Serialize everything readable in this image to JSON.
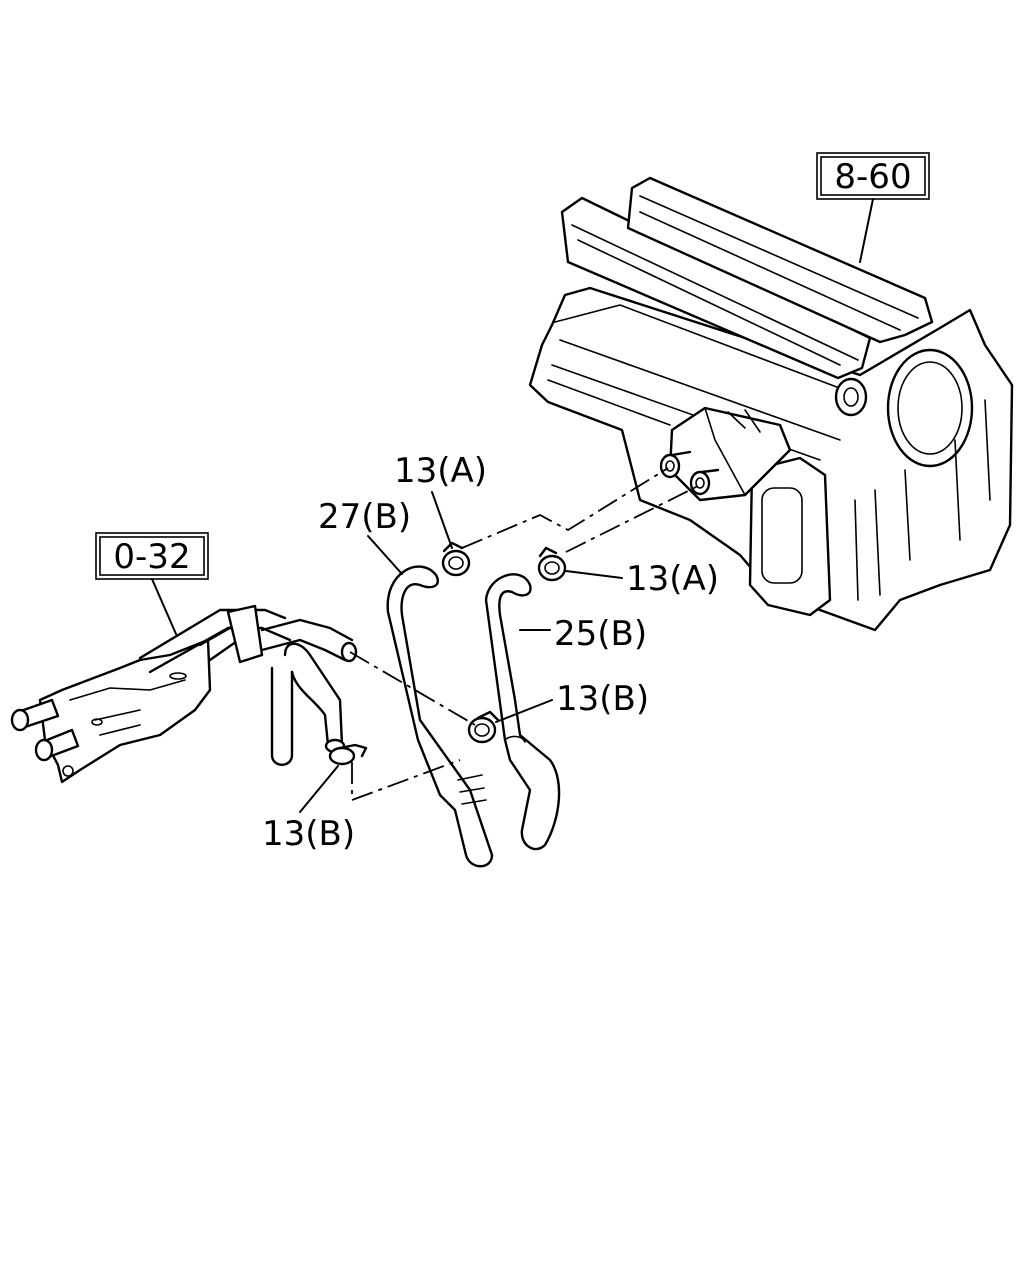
{
  "diagram": {
    "refs": {
      "unit_ref": "8-60",
      "pipe_ref": "0-32"
    },
    "callouts": {
      "clamp_a_upper": "13(A)",
      "clamp_a_right": "13(A)",
      "hose_27b": "27(B)",
      "hose_25b": "25(B)",
      "clamp_b_right": "13(B)",
      "clamp_b_lower": "13(B)"
    }
  }
}
